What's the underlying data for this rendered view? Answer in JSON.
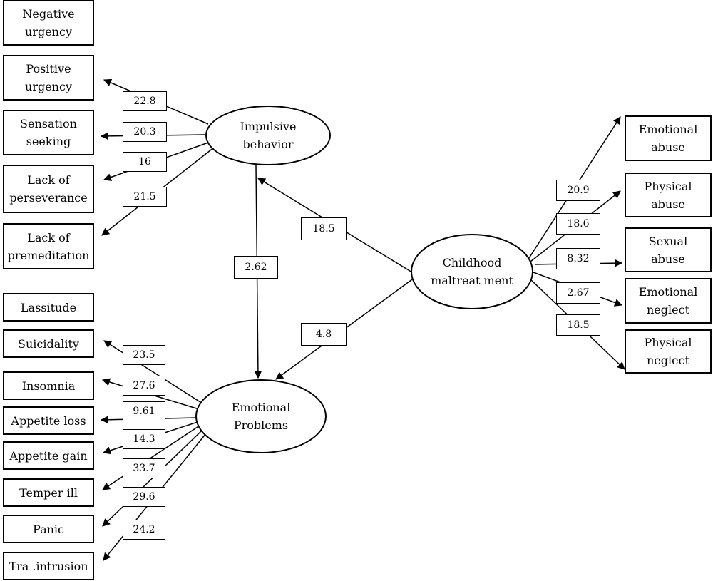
{
  "latent": {
    "impulsive": "Impulsive\nbehavior",
    "emotional": "Emotional\nProblems",
    "maltreatment": "Childhood\nmaltreat ment"
  },
  "impulsive_items": [
    "Negative\nurgency",
    "Positive\nurgency",
    "Sensation\nseeking",
    "Lack of\nperseverance",
    "Lack of\npremeditation"
  ],
  "impulsive_loadings": [
    "22.8",
    "20.3",
    "16",
    "21.5"
  ],
  "emotional_items": [
    "Lassitude",
    "Suicidality",
    "Insomnia",
    "Appetite loss",
    "Appetite gain",
    "Temper ill",
    "Panic",
    "Tra .intrusion"
  ],
  "emotional_loadings": [
    "23.5",
    "27.6",
    "9.61",
    "14.3",
    "33.7",
    "29.6",
    "24.2"
  ],
  "maltreatment_items": [
    "Emotional\nabuse",
    "Physical\nabuse",
    "Sexual\nabuse",
    "Emotional\nneglect",
    "Physical\nneglect"
  ],
  "maltreatment_loadings": [
    "20.9",
    "18.6",
    "8.32",
    "2.67",
    "18.5"
  ],
  "paths": {
    "maltreatment_to_impulsive": "18.5",
    "maltreatment_to_emotional": "4.8",
    "impulsive_to_emotional": "2.62"
  }
}
